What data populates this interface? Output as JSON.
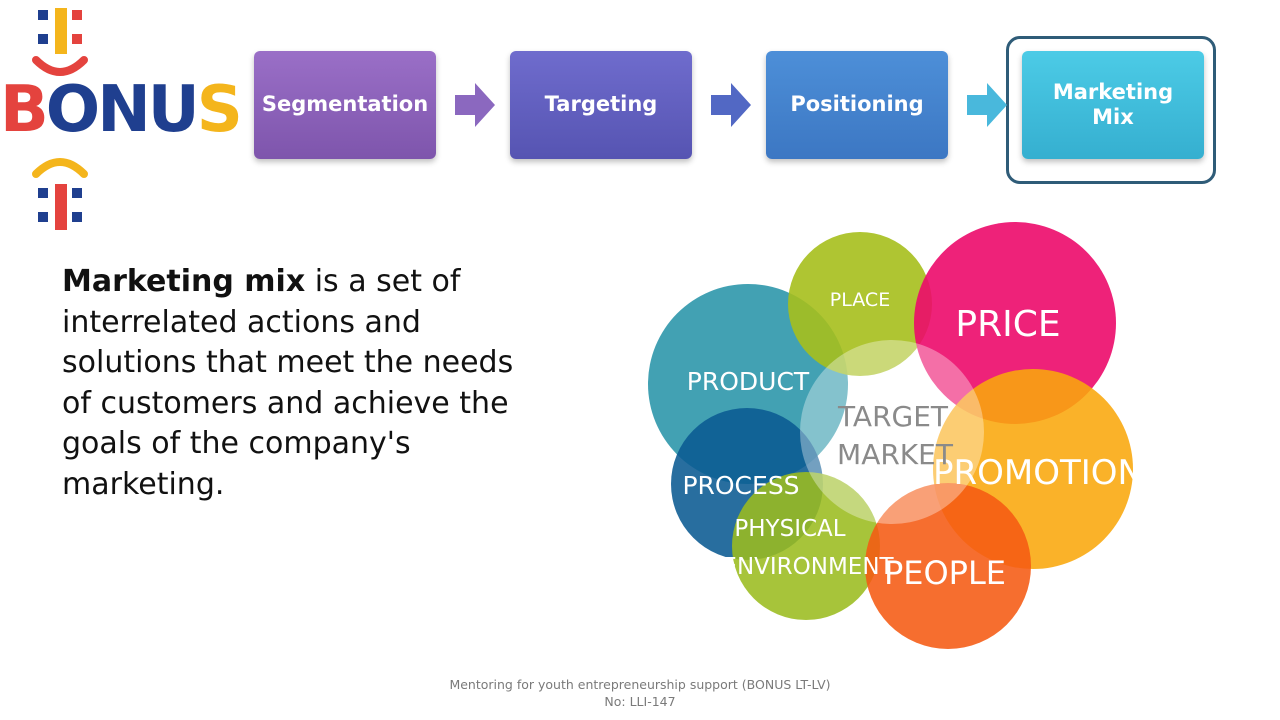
{
  "logo": {
    "text": "BONUS"
  },
  "process": {
    "steps": [
      {
        "label": "Segmentation"
      },
      {
        "label": "Targeting"
      },
      {
        "label": "Positioning"
      },
      {
        "label": "Marketing\nMix"
      }
    ]
  },
  "definition": {
    "term": "Marketing mix",
    "text": " is a set of interrelated actions and solutions that meet the needs of customers and achieve the goals of the company's marketing."
  },
  "diagram": {
    "center": [
      "TARGET",
      "MARKET"
    ],
    "elements": {
      "place": "PLACE",
      "price": "PRICE",
      "product": "PRODUCT",
      "promotion": "PROMOTION",
      "process": "PROCESS",
      "physical_environment": [
        "PHYSICAL",
        "ENVIRONMENT"
      ],
      "people": "PEOPLE"
    },
    "colors": {
      "place": "#a6bf1c",
      "price": "#ec0a6a",
      "product": "#2e97ab",
      "promotion": "#f9a70b",
      "process": "#0a5a92",
      "physical_environment": "#9bbc1f",
      "people": "#f55a12"
    }
  },
  "footer": {
    "line1": "Mentoring for youth entrepreneurship support (BONUS LT-LV)",
    "line2": "No: LLI-147"
  }
}
